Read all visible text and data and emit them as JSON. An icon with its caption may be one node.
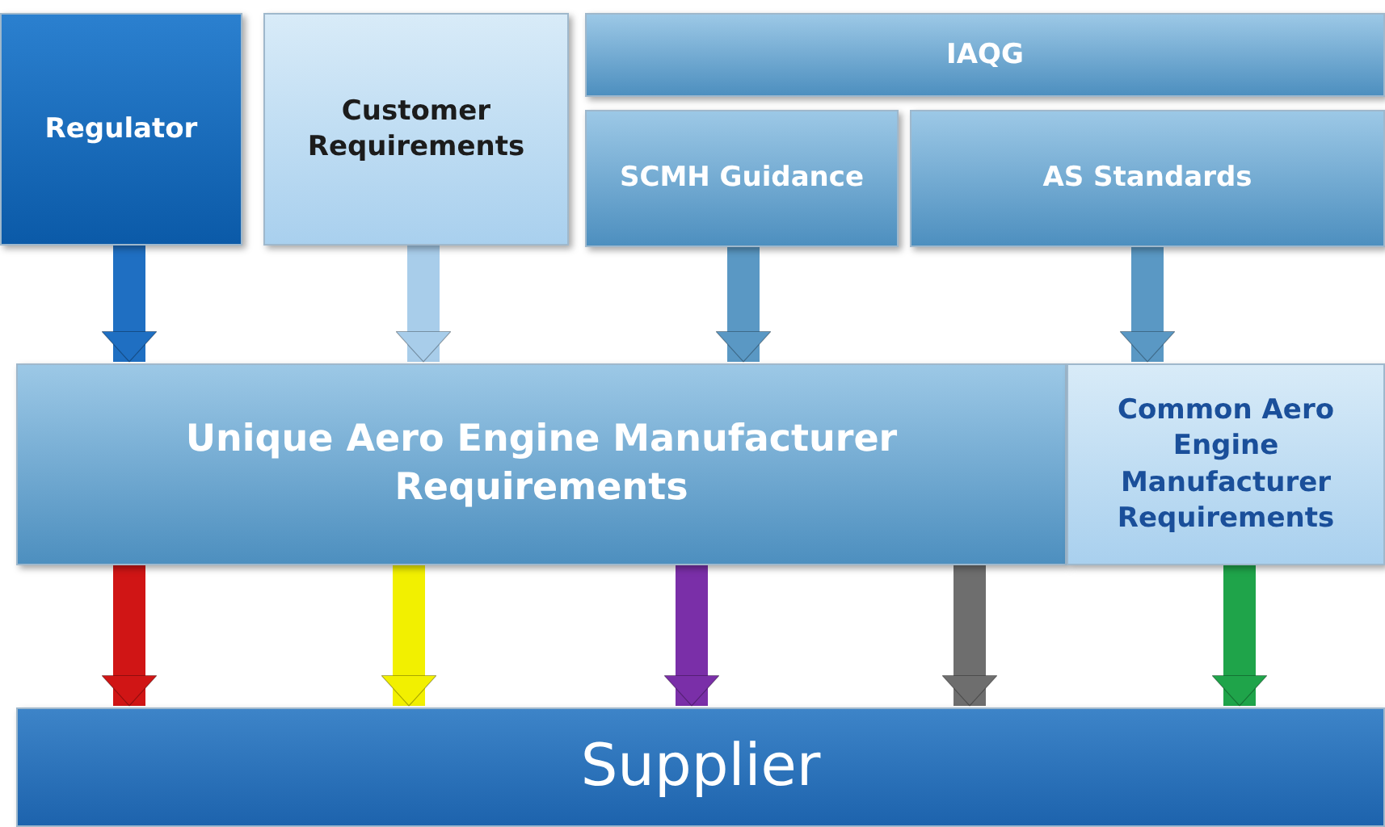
{
  "diagram": {
    "nodes": [
      {
        "text": [
          "Regulator"
        ]
      },
      {
        "text": [
          "Customer Requirements"
        ]
      },
      {
        "text": [
          "IAQG"
        ]
      },
      {
        "text": [
          "SCMH Guidance"
        ]
      },
      {
        "text": [
          "AS Standards"
        ]
      },
      {
        "text": [
          "Unique Aero Engine Manufacturer Requirements"
        ]
      },
      {
        "text": [
          "Common Aero Engine Manufacturer Requirements"
        ]
      },
      {
        "text": [
          "Supplier"
        ]
      }
    ],
    "edges": [
      {
        "from": 0,
        "to": 5,
        "arrow": "to",
        "color": "#1f6fc2"
      },
      {
        "from": 1,
        "to": 5,
        "arrow": "to",
        "color": "#a8cdea"
      },
      {
        "from": 3,
        "to": 5,
        "arrow": "to",
        "color": "#5a98c4"
      },
      {
        "from": 4,
        "to": 6,
        "arrow": "to",
        "color": "#5a98c4"
      },
      {
        "from": 5,
        "to": 7,
        "arrow": "to",
        "color": "#d01515"
      },
      {
        "from": 5,
        "to": 7,
        "arrow": "to",
        "color": "#f2f000"
      },
      {
        "from": 5,
        "to": 7,
        "arrow": "to",
        "color": "#7a2fa8"
      },
      {
        "from": 5,
        "to": 7,
        "arrow": "to",
        "color": "#6e6e6e"
      },
      {
        "from": 6,
        "to": 7,
        "arrow": "to",
        "color": "#1fa44a"
      }
    ]
  }
}
